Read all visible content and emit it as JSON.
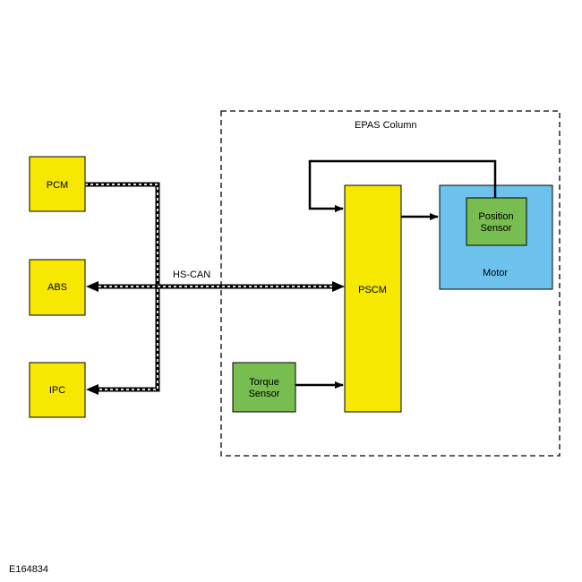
{
  "diagram": {
    "group_label": "EPAS Column",
    "bus_label": "HS-CAN",
    "figure_id": "E164834",
    "modules": {
      "pcm": "PCM",
      "abs": "ABS",
      "ipc": "IPC",
      "pscm": "PSCM",
      "motor": "Motor",
      "position_sensor_line1": "Position",
      "position_sensor_line2": "Sensor",
      "torque_sensor_line1": "Torque",
      "torque_sensor_line2": "Sensor"
    },
    "colors": {
      "module_yellow": "#f6e800",
      "sensor_green": "#77bd4f",
      "motor_blue": "#6ec3ee",
      "line_black": "#000000"
    }
  }
}
